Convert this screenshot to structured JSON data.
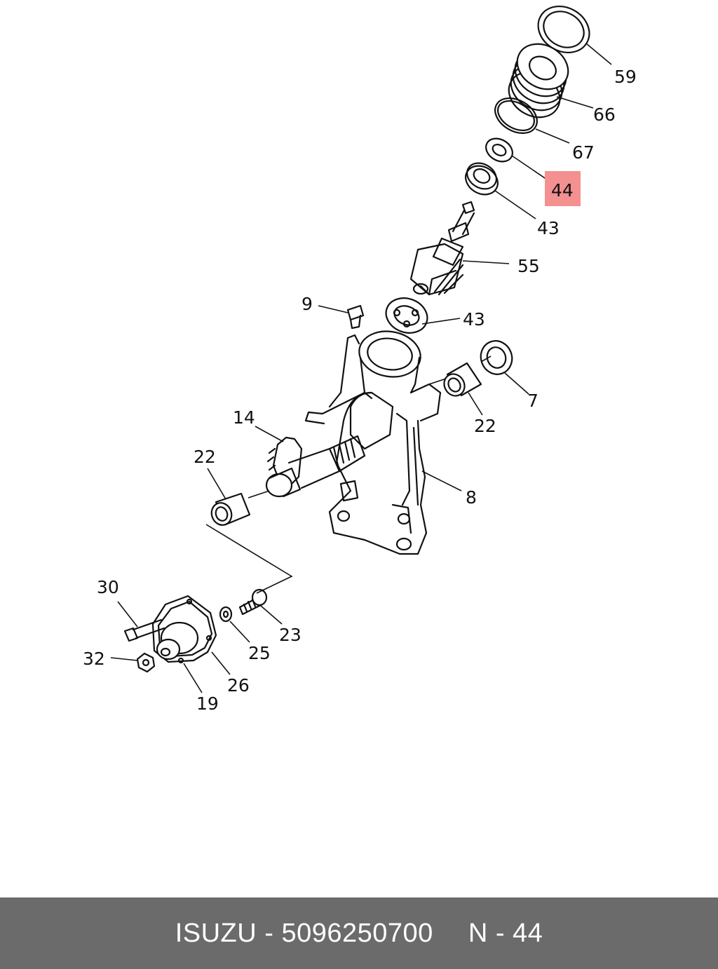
{
  "callouts": [
    {
      "id": "59",
      "label": "59"
    },
    {
      "id": "66",
      "label": "66"
    },
    {
      "id": "67",
      "label": "67"
    },
    {
      "id": "44",
      "label": "44",
      "highlighted": true
    },
    {
      "id": "43a",
      "label": "43"
    },
    {
      "id": "55",
      "label": "55"
    },
    {
      "id": "9",
      "label": "9"
    },
    {
      "id": "43b",
      "label": "43"
    },
    {
      "id": "7",
      "label": "7"
    },
    {
      "id": "14",
      "label": "14"
    },
    {
      "id": "22a",
      "label": "22"
    },
    {
      "id": "22b",
      "label": "22"
    },
    {
      "id": "8",
      "label": "8"
    },
    {
      "id": "30",
      "label": "30"
    },
    {
      "id": "23",
      "label": "23"
    },
    {
      "id": "25",
      "label": "25"
    },
    {
      "id": "32",
      "label": "32"
    },
    {
      "id": "26",
      "label": "26"
    },
    {
      "id": "19",
      "label": "19"
    }
  ],
  "highlight_color": "#f49090",
  "footer": {
    "brand_part": "ISUZU - 5096250700",
    "ref": "N - 44"
  }
}
